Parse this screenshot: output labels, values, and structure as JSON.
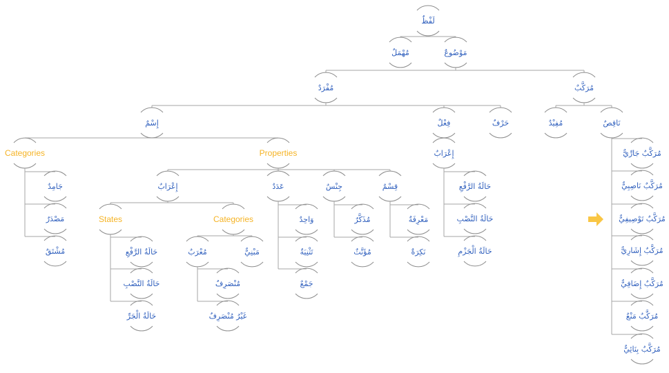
{
  "diagram": {
    "title": "لفظ",
    "nodes": {
      "root": {
        "label": "لَفْظٌ"
      },
      "mawdu": {
        "label": "مَوْضُوعٌ"
      },
      "muhmal": {
        "label": "مُهْمَلٌ"
      },
      "mufrad": {
        "label": "مُفْرَدٌ"
      },
      "murakkab": {
        "label": "مُرَكَّبٌ"
      },
      "ism": {
        "label": "إِسْمٌ"
      },
      "fil": {
        "label": "فِعْلٌ"
      },
      "harf": {
        "label": "حَرْفٌ"
      },
      "mufid": {
        "label": "مُفِيْدٌ"
      },
      "naqis": {
        "label": "نَاقِصٌ"
      },
      "ism_categories": {
        "label": "Categories",
        "lang": "en"
      },
      "ism_properties": {
        "label": "Properties",
        "lang": "en"
      },
      "jamid": {
        "label": "جَامِدٌ"
      },
      "masdar": {
        "label": "مَصْدَرٌ"
      },
      "mushtaq": {
        "label": "مُشْتَقٌ"
      },
      "irab": {
        "label": "إِعْرَابٌ"
      },
      "adad": {
        "label": "عَدَدٌ"
      },
      "jins": {
        "label": "جِنْسٌ"
      },
      "qism": {
        "label": "قِسْمٌ"
      },
      "states": {
        "label": "States",
        "lang": "en"
      },
      "irab_categories": {
        "label": "Categories",
        "lang": "en"
      },
      "ism_raf": {
        "label": "حَالَةُ الرَّفْعِ"
      },
      "ism_nasb": {
        "label": "حَالَةُ النَّصْبِ"
      },
      "ism_jarr": {
        "label": "حَالَةُ الْجَرِّ"
      },
      "murab": {
        "label": "مُعْرَبٌ"
      },
      "mabni": {
        "label": "مَبْنِيٌّ"
      },
      "munsarif": {
        "label": "مُنْصَرِفٌ"
      },
      "ghayr_munsarif": {
        "label": "غَيْرُ مُنْصَرِفٌ"
      },
      "wahid": {
        "label": "وَاحِدٌ"
      },
      "tathniya": {
        "label": "تَثْنِيَةٌ"
      },
      "jam": {
        "label": "جَمْعٌ"
      },
      "mudhakkar": {
        "label": "مُذَكَّرٌ"
      },
      "muannath": {
        "label": "مُؤَنَّثٌ"
      },
      "marifa": {
        "label": "مَعْرِفَةٌ"
      },
      "nakira": {
        "label": "نَكِرَةٌ"
      },
      "fil_irab": {
        "label": "إِعْرَابٌ"
      },
      "fil_raf": {
        "label": "حَالَةُ الرَّفْعِ"
      },
      "fil_nasb": {
        "label": "حَالَةُ النَّصْبِ"
      },
      "fil_jazm": {
        "label": "حَالَةُ الْجَزْمِ"
      },
      "jarri": {
        "label": "مُرَكَّبٌ جَارِّيٌّ"
      },
      "nasibi": {
        "label": "مُرَكَّبٌ نَاصِبِيٌّ"
      },
      "tawsifi": {
        "label": "مُرَكَّبٌ تَوْصِيفِيٌّ"
      },
      "ishari": {
        "label": "مُرَكَّبٌ إِشَارِيٌّ"
      },
      "idafi": {
        "label": "مُرَكَّبٌ إِضَافِيٌّ"
      },
      "man": {
        "label": "مُرَكَّبٌ مَنْعٌ"
      },
      "binai": {
        "label": "مُرَكَّبٌ بِنَائِيٌّ"
      }
    },
    "highlight_arrow": {
      "target": "tawsifi",
      "color": "#f9c644"
    },
    "colors": {
      "arabic_text": "#2f5fbd",
      "english_text": "#f5b324",
      "lines": "#a6a6a6"
    }
  }
}
